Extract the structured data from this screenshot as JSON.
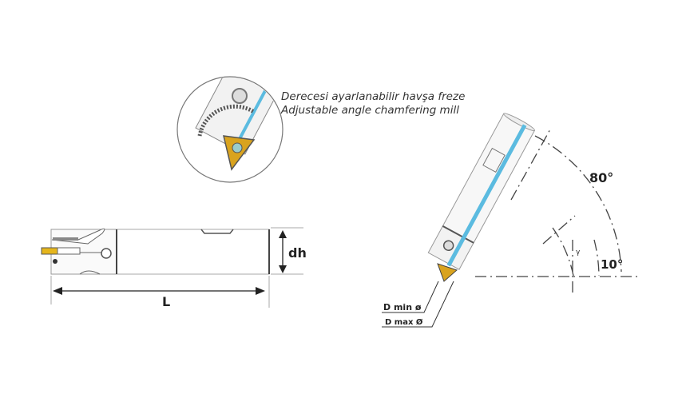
{
  "caption": {
    "line_tr": "Derecesi ayarlanabilir havşa freze",
    "line_en": "Adjustable angle chamfering mill"
  },
  "dimensions": {
    "diameter_label": "dh",
    "length_label": "L",
    "angle_max": "80°",
    "angle_min": "10°",
    "angle_symbol": "γ",
    "d_min": "D min ø",
    "d_max": "D max Ø"
  },
  "colors": {
    "insert": "#d9a31e",
    "coolant": "#5bbbe0",
    "outline": "#555555"
  }
}
